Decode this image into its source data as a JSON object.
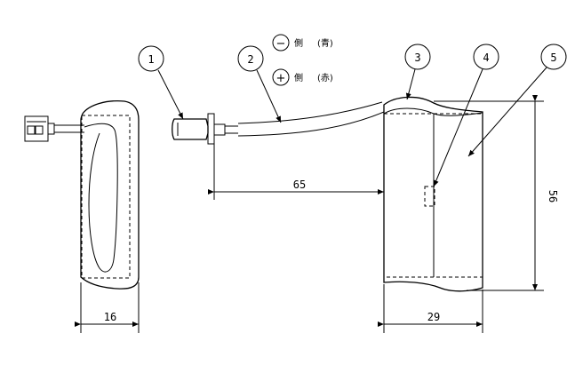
{
  "callouts": [
    "1",
    "2",
    "3",
    "4",
    "5"
  ],
  "polarity": {
    "negative": {
      "symbol": "−",
      "label": "側",
      "color": "(青)"
    },
    "positive": {
      "symbol": "+",
      "label": "側",
      "color": "(赤)"
    }
  },
  "dimensions": {
    "width_side": "16",
    "wire_length": "65",
    "width_front": "29",
    "height": "56"
  }
}
